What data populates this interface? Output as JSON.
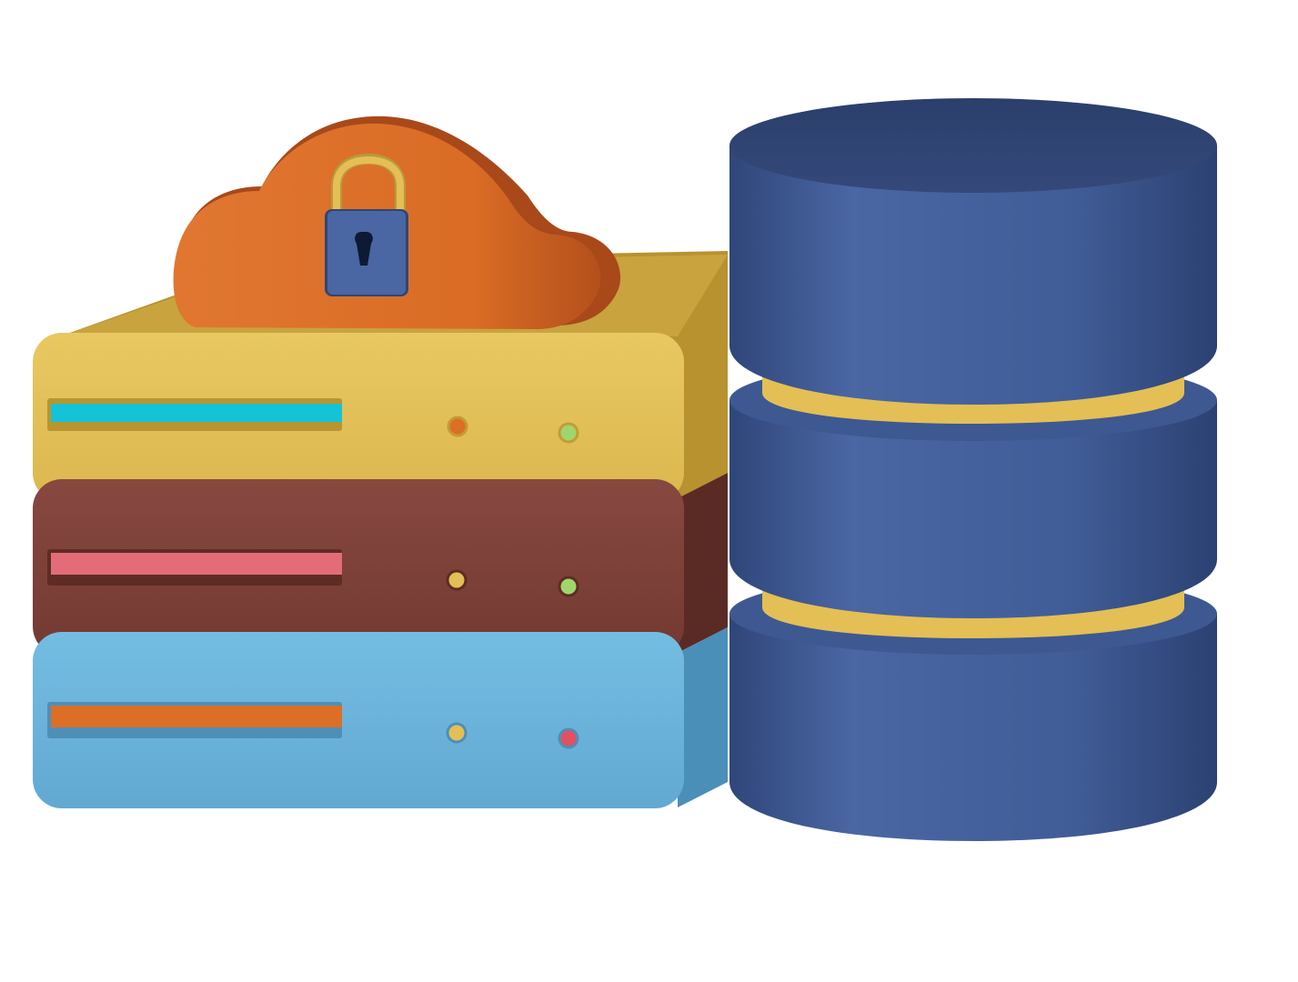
{
  "illustration": {
    "subject": "secure-cloud-database-storage-3d-icon",
    "colors": {
      "background": "#ffffff",
      "server_top": "#E3BF55",
      "server_top_side": "#B8922E",
      "server_middle": "#7E4138",
      "server_middle_side": "#5A2B25",
      "server_bottom": "#6CB4DA",
      "server_bottom_side": "#4A8FB8",
      "cloud": "#DC6E26",
      "cloud_shadow": "#A9491A",
      "padlock_body": "#3E5F9E",
      "padlock_shackle": "#E3BF55",
      "database": "#445F99",
      "database_dark": "#2E4677",
      "database_ring": "#E3BF55",
      "slot_cyan": "#14C3D8",
      "slot_pink": "#E36C78",
      "slot_orange": "#DC6E26",
      "led_orange": "#DC6E26",
      "led_yellow": "#E3BF55",
      "led_green": "#9FD66B",
      "led_red": "#E35060"
    },
    "icons": [
      "server-stack-icon",
      "cloud-icon",
      "padlock-icon",
      "database-cylinder-icon"
    ],
    "server_units": [
      {
        "name": "top",
        "slot_color": "cyan",
        "leds": [
          "orange",
          "green"
        ]
      },
      {
        "name": "middle",
        "slot_color": "pink",
        "leds": [
          "yellow",
          "green"
        ]
      },
      {
        "name": "bottom",
        "slot_color": "orange",
        "leds": [
          "yellow",
          "red"
        ]
      }
    ],
    "database_sections": 3
  }
}
